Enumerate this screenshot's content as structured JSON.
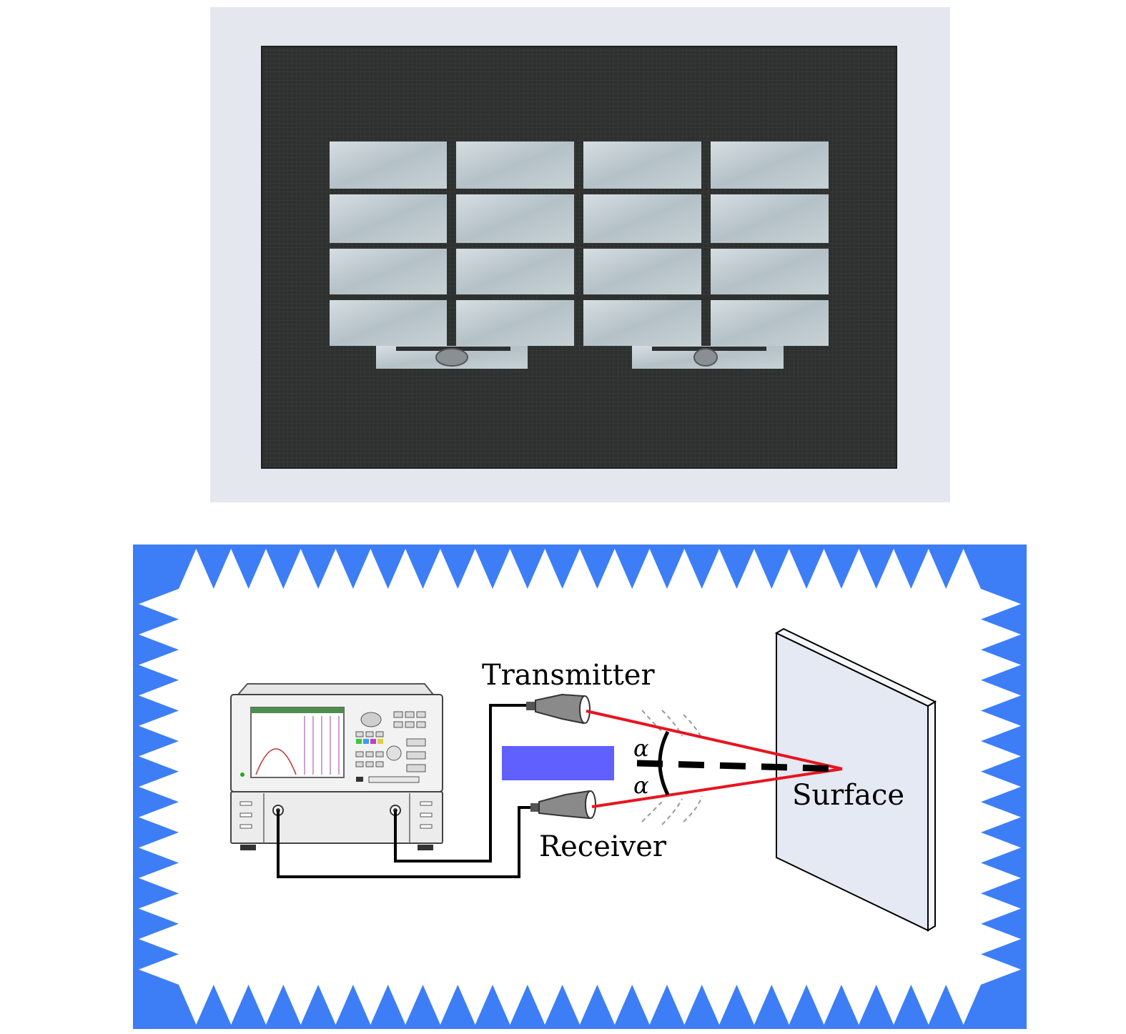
{
  "photo": {
    "description_icon": "antenna-array-photo"
  },
  "diagram": {
    "labels": {
      "transmitter": "Transmitter",
      "receiver": "Receiver",
      "surface": "Surface",
      "alpha_top": "α",
      "alpha_bottom": "α"
    },
    "colors": {
      "absorber": "#3d7ef7",
      "beam": "#e8141e",
      "obstacle": "#6060ff",
      "surface_panel": "#e5e9f3",
      "board": "#2c2f2e",
      "patch": "#b9c4ca"
    }
  }
}
